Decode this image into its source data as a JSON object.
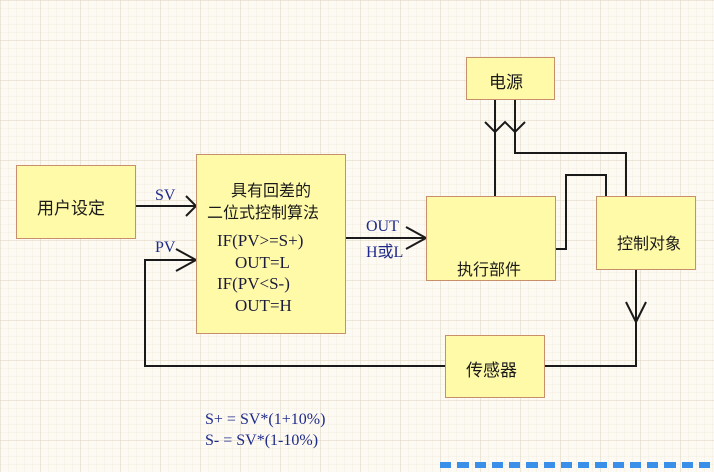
{
  "diagram": {
    "blocks": {
      "user_setting": "用户设定",
      "algorithm_title_1": "具有回差的",
      "algorithm_title_2": "二位式控制算法",
      "algorithm_code": [
        "IF(PV>=S+)",
        "OUT=L",
        "IF(PV<S-)",
        "OUT=H"
      ],
      "power": "电源",
      "actuator": "执行部件",
      "controlled_object": "控制对象",
      "sensor": "传感器"
    },
    "signals": {
      "sv": "SV",
      "pv": "PV",
      "out": "OUT",
      "out_value": "H或L"
    },
    "formulas": [
      "S+ = SV*(1+10%)",
      "S- = SV*(1-10%)"
    ],
    "colors": {
      "block_fill": "#fffaa8",
      "block_border": "#c8906a",
      "wire": "#1a1a1a",
      "signal_text": "#1e2a8a"
    }
  }
}
